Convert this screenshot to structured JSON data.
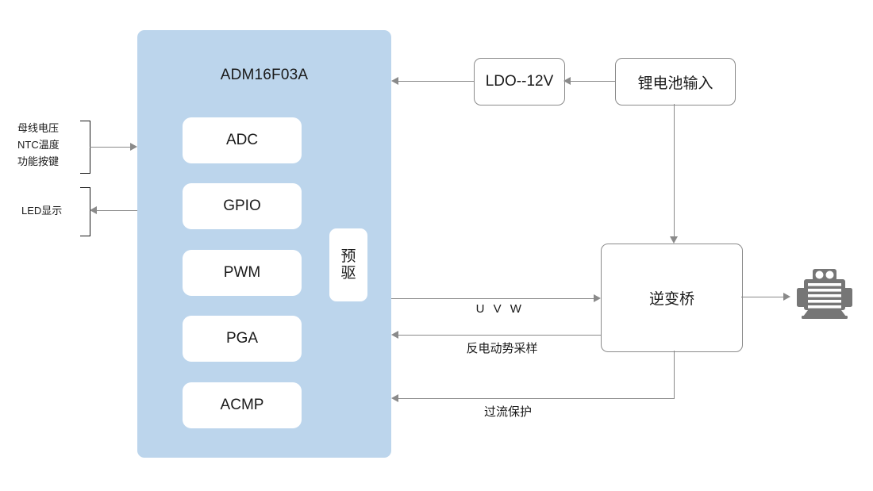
{
  "diagram": {
    "title_block": {
      "label": "ADM16F03A"
    },
    "mcu_peripherals": [
      {
        "id": "adc",
        "label": "ADC"
      },
      {
        "id": "gpio",
        "label": "GPIO"
      },
      {
        "id": "pwm",
        "label": "PWM"
      },
      {
        "id": "pga",
        "label": "PGA"
      },
      {
        "id": "acmp",
        "label": "ACMP"
      }
    ],
    "predriver": {
      "line1": "预",
      "line2": "驱"
    },
    "power_blocks": [
      {
        "id": "ldo",
        "label": "LDO--12V"
      },
      {
        "id": "battery",
        "label": "锂电池输入"
      }
    ],
    "power_stage": {
      "label": "逆变桥"
    },
    "load": {
      "label": "motor-icon"
    },
    "left_inputs": {
      "group1": {
        "lines": [
          "母线电压",
          "NTC温度",
          "功能按键"
        ],
        "direction": "into-mcu"
      },
      "group2": {
        "lines": [
          "LED显示"
        ],
        "direction": "out-of-mcu"
      }
    },
    "signals": [
      {
        "id": "uvw",
        "label": "U V W",
        "direction": "mcu-to-inverter"
      },
      {
        "id": "bemf",
        "label": "反电动势采样",
        "direction": "inverter-to-mcu"
      },
      {
        "id": "ocp",
        "label": "过流保护",
        "direction": "inverter-to-mcu"
      }
    ],
    "colors": {
      "panel_blue": "#bcd5ec",
      "block_white": "#ffffff",
      "line_gray": "#8a8a8a",
      "text_black": "#1a1a1a",
      "motor_gray": "#767676",
      "background": "#ffffff"
    }
  }
}
